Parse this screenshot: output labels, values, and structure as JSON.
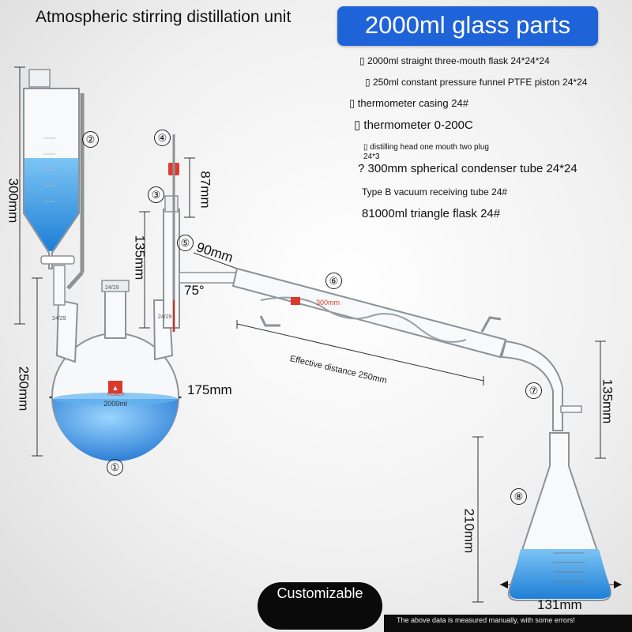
{
  "title": "Atmospheric stirring distillation unit",
  "badge": "2000ml glass parts",
  "parts": [
    "▯ 2000ml straight three-mouth flask 24*24*24",
    "▯ 250ml constant pressure funnel PTFE piston 24*24",
    "▯ thermometer casing 24#",
    "▯ thermometer 0-200C",
    "▯ distilling head one mouth two plug",
    "24*3",
    "? 300mm spherical condenser tube 24*24",
    "Type B vacuum receiving tube 24#",
    "81000ml triangle flask 24#"
  ],
  "dimensions": {
    "funnel_height": "300mm",
    "flask_height": "250mm",
    "flask_width": "175mm",
    "thermo_top": "87mm",
    "head_height": "135mm",
    "branch_length": "90mm",
    "angle": "75°",
    "effective_distance": "Effective distance 250mm",
    "adapter_height": "135mm",
    "erlenmeyer_height": "210mm",
    "erlenmeyer_width": "131mm"
  },
  "numbers": [
    "①",
    "②",
    "③",
    "④",
    "⑤",
    "⑥",
    "⑦",
    "⑧"
  ],
  "glass_labels": {
    "joint": "24/29",
    "flask_volume": "2000ml",
    "condenser_length": "300mm",
    "brand": "POMEX"
  },
  "customizable": "Customizable",
  "footer": "The above data is measured manually, with some errors!",
  "colors": {
    "badge": "#1f63d9",
    "liquid": "#2e9be8",
    "glass": "#9aa0a6",
    "stopper_red": "#e03a2e"
  }
}
